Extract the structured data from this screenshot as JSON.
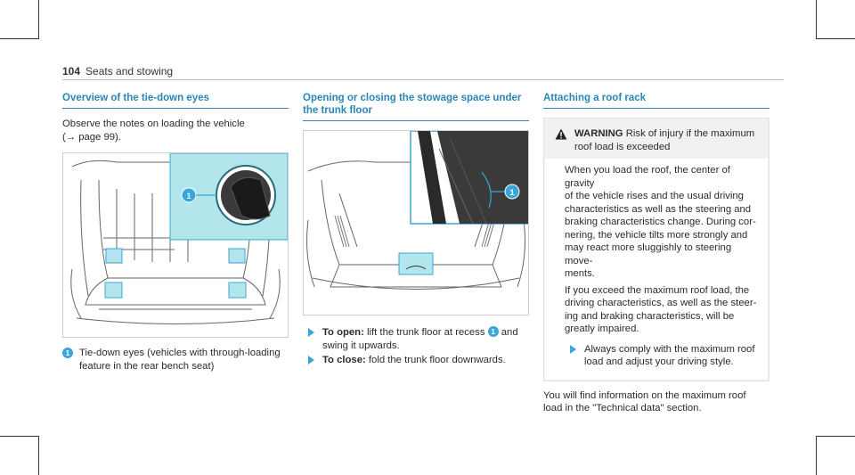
{
  "header": {
    "page_number": "104",
    "section": "Seats and stowing"
  },
  "col1": {
    "title": "Overview of the tie-down eyes",
    "intro_line1": "Observe the notes on loading the vehicle",
    "intro_line2": "(→ page 99).",
    "callout": "1",
    "legend_line1": "Tie-down eyes (vehicles with through-loading",
    "legend_line2": "feature in the rear bench seat)"
  },
  "col2": {
    "title_line1": "Opening or closing the stowage space under",
    "title_line2": "the trunk floor",
    "callout": "1",
    "step1_bold": "To open:",
    "step1_text_a": " lift the trunk floor at recess ",
    "step1_text_b": " and",
    "step1_line2": "swing it upwards.",
    "step2_bold": "To close:",
    "step2_text": " fold the trunk floor downwards."
  },
  "col3": {
    "title": "Attaching a roof rack",
    "warning": {
      "label": "WARNING",
      "head_line1": " Risk of injury if the maximum",
      "head_line2": "roof load is exceeded",
      "para1": [
        "When you load the roof, the center of gravity",
        "of the vehicle rises and the usual driving",
        "characteristics as well as the steering and",
        "braking characteristics change. During cor-",
        "nering, the vehicle tilts more strongly and",
        "may react more sluggishly to steering move-",
        "ments."
      ],
      "para2": [
        "If you exceed the maximum roof load, the",
        "driving characteristics, as well as the steer-",
        "ing and braking characteristics, will be",
        "greatly impaired."
      ],
      "step": [
        "Always comply with the maximum roof",
        "load and adjust your driving style."
      ]
    },
    "note": [
      "You will find information on the maximum roof",
      "load in the \"Technical data\" section."
    ]
  },
  "colors": {
    "accent": "#2a86b6",
    "badge": "#3aa6d6",
    "highlight": "#b3e6ec"
  },
  "icons": [
    "warning-triangle-icon",
    "step-arrow-icon"
  ]
}
